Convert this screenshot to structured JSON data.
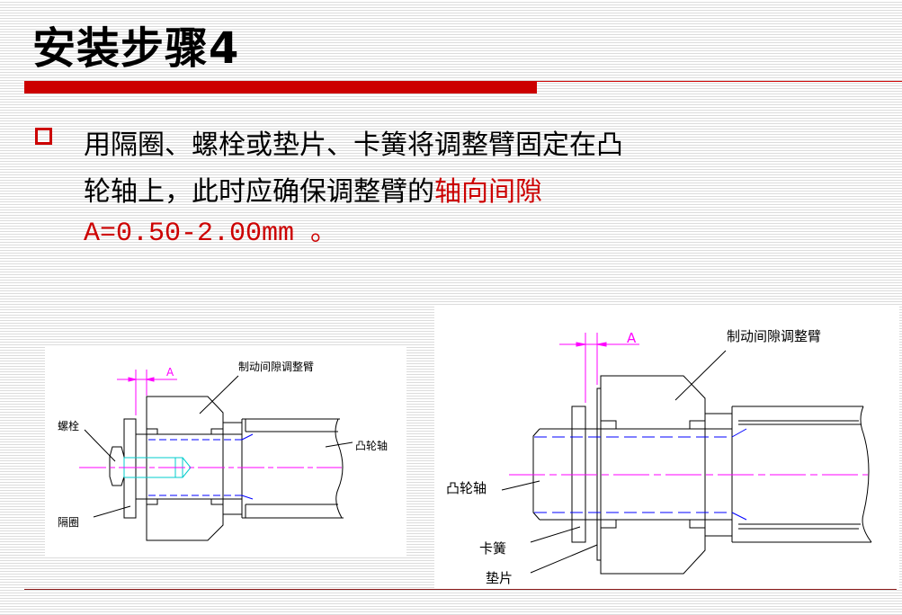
{
  "slide": {
    "title": "安装步骤4",
    "bullet_line1": "用隔圈、螺栓或垫片、卡簧将调整臂固定在凸",
    "bullet_line2_black": "轮轴上，此时应确保调整臂的",
    "bullet_line2_red": "轴向间隙",
    "bullet_line3_red": "A=0.50-2.00mm 。"
  },
  "figure_left": {
    "dim_label": "A",
    "arm_label": "制动间隙调整臂",
    "bolt_label": "螺栓",
    "camshaft_label": "凸轮轴",
    "spacer_label": "隔圈"
  },
  "figure_right": {
    "dim_label": "A",
    "arm_label": "制动间隙调整臂",
    "camshaft_label": "凸轮轴",
    "circlip_label": "卡簧",
    "washer_label": "垫片"
  },
  "colors": {
    "accent": "#cc0000",
    "dimension": "#ff00ff",
    "hidden": "#0000ff",
    "bolt": "#00cccc"
  }
}
